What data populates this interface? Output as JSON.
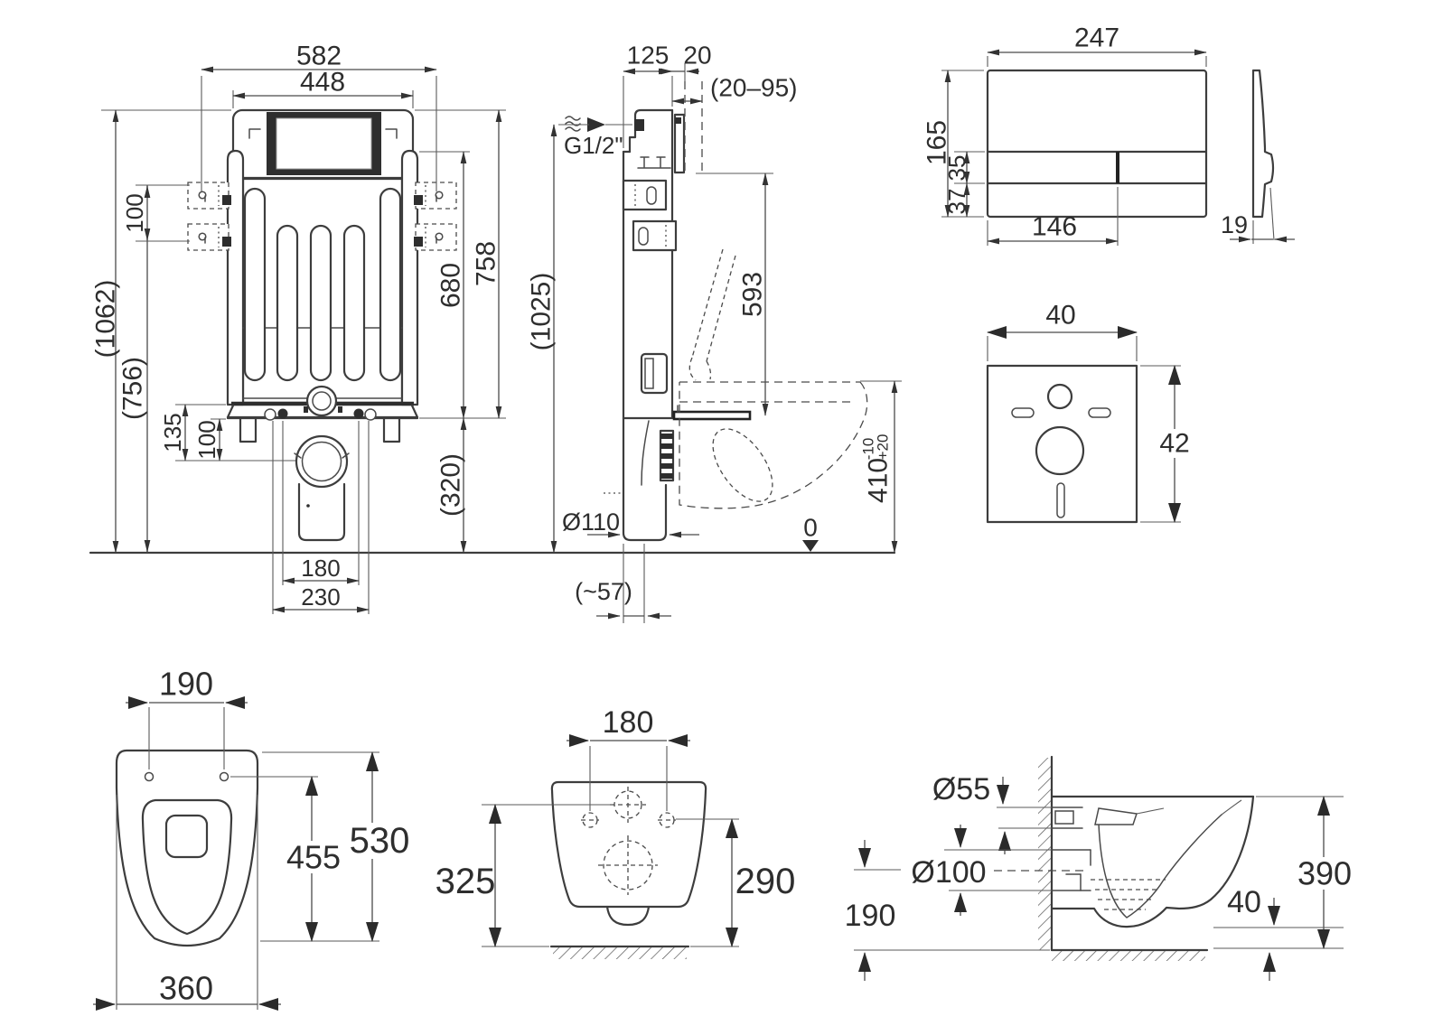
{
  "drawing": {
    "frame_front": {
      "w_outer": "582",
      "w_tank": "448",
      "bracket_gap": "100",
      "h_total": "(1062)",
      "h_brackets": "(756)",
      "h_135": "135",
      "h_100": "100",
      "h_rails": "680",
      "h_tank": "758",
      "h_floor": "(320)",
      "bolts": "180",
      "outer_bolts": "230"
    },
    "frame_side": {
      "depth": "125",
      "front": "20",
      "wall_range": "(20–95)",
      "inlet": "G1/2\"",
      "h_total": "(1025)",
      "seat_h": "593",
      "rim_h": "410",
      "rim_tol_plus": "+20",
      "rim_tol_minus": "-10",
      "drain": "Ø110",
      "drain_offset": "(~57)",
      "floor_ref": "0"
    },
    "flush_plate": {
      "w": "247",
      "h": "165",
      "btn_h": "35",
      "bottom_h": "37",
      "btn_w": "146",
      "depth": "19"
    },
    "sound_pad": {
      "w": "40",
      "h": "42"
    },
    "wc_top": {
      "hole_gap": "190",
      "bowl_len": "455",
      "total_len": "530",
      "width": "360"
    },
    "wc_rear": {
      "hole_gap": "180",
      "h_left": "325",
      "h_right": "290"
    },
    "wc_side": {
      "flush_pipe": "Ø55",
      "drain_pipe": "Ø100",
      "drain_h": "190",
      "rim_h": "390",
      "clearance": "40"
    }
  }
}
